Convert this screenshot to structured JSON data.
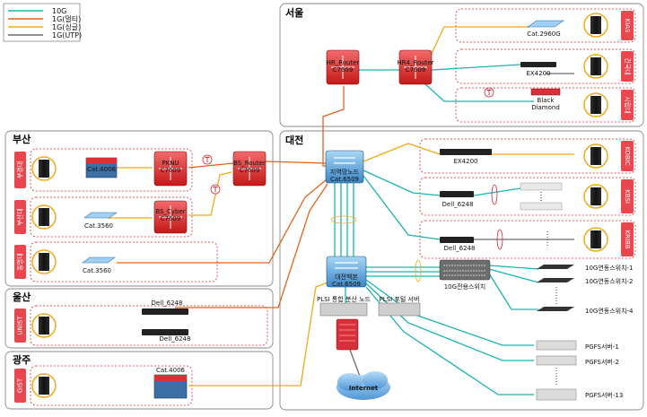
{
  "legend": {
    "items": [
      {
        "label": "10G",
        "color": "#1ab3b0"
      },
      {
        "label": "1G(멀티)",
        "color": "#e0621e"
      },
      {
        "label": "1G(싱글)",
        "color": "#f0a81a"
      },
      {
        "label": "1G(UTP)",
        "color": "#6a6a6a"
      }
    ]
  },
  "regions": {
    "seoul": {
      "title": "서울",
      "router1": "HR_Router\nC7609",
      "router2": "HR4_Router\nC7609",
      "sites": [
        {
          "side": "KIAS",
          "device": "Cat.2960G"
        },
        {
          "side": "건국대",
          "device": "EX4200"
        },
        {
          "side": "시립대",
          "device": "Black\nDiamond"
        }
      ]
    },
    "busan": {
      "title": "부산",
      "sites": [
        {
          "side": "부경대",
          "device": "Cat.4006",
          "router": "PKNU\nC7609"
        },
        {
          "side": "부산대",
          "device": "Cat.3560",
          "router": "BS_Cyber\nC7609"
        },
        {
          "side": "동명대",
          "device": "Cat.3560"
        }
      ],
      "core_router": "BS_Router\nC7609"
    },
    "ulsan": {
      "title": "울산",
      "side": "UNIST",
      "device1": "Dell_6248",
      "device2": "Dell_6248"
    },
    "gwangju": {
      "title": "광주",
      "side": "GIST",
      "device": "Cat.4006"
    },
    "daejeon": {
      "title": "대전",
      "regional_node": "지역망노드\nCat.6509",
      "core_node": "대전백본\nCat.6509",
      "sites": [
        {
          "side": "KOBIC",
          "device": "EX4200"
        },
        {
          "side": "KBSI",
          "device": "Dell_6248"
        },
        {
          "side": "KRIBB",
          "device": "Dell_6248"
        }
      ],
      "plsi_dist": "PLSI 통합 분산 노드",
      "plsi_portal": "PLSI 포털 서버",
      "switch_10g": "10G전용스위치",
      "internet": "Internet",
      "switches": [
        "10G연동스위치-1",
        "10G연동스위치-2",
        "10G연동스위치-4"
      ],
      "storage": [
        "PGFS서버-1",
        "PGFS서버-2",
        "PGFS서버-13"
      ]
    }
  }
}
